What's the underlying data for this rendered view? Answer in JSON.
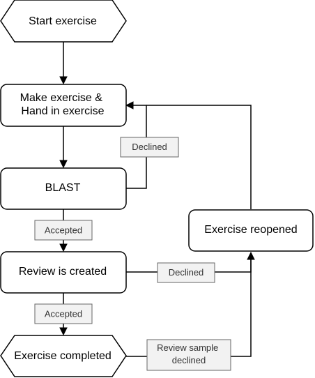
{
  "nodes": {
    "start": {
      "lines": [
        "Start exercise"
      ],
      "shape": "hexagon"
    },
    "make": {
      "lines": [
        "Make exercise &",
        "Hand in exercise"
      ],
      "shape": "rounded-rect"
    },
    "blast": {
      "lines": [
        "BLAST"
      ],
      "shape": "rounded-rect"
    },
    "review": {
      "lines": [
        "Review is created"
      ],
      "shape": "rounded-rect"
    },
    "completed": {
      "lines": [
        "Exercise completed"
      ],
      "shape": "hexagon"
    },
    "reopened": {
      "lines": [
        "Exercise reopened"
      ],
      "shape": "rounded-rect"
    }
  },
  "edge_labels": {
    "blast_declined": {
      "lines": [
        "Declined"
      ]
    },
    "blast_accepted": {
      "lines": [
        "Accepted"
      ]
    },
    "review_declined": {
      "lines": [
        "Declined"
      ]
    },
    "review_accepted": {
      "lines": [
        "Accepted"
      ]
    },
    "sample_declined": {
      "lines": [
        "Review sample",
        "declined"
      ]
    }
  },
  "colors": {
    "stroke": "#000000",
    "label_fill": "#f2f2f2",
    "label_stroke": "#666666",
    "label_text": "#333333"
  }
}
